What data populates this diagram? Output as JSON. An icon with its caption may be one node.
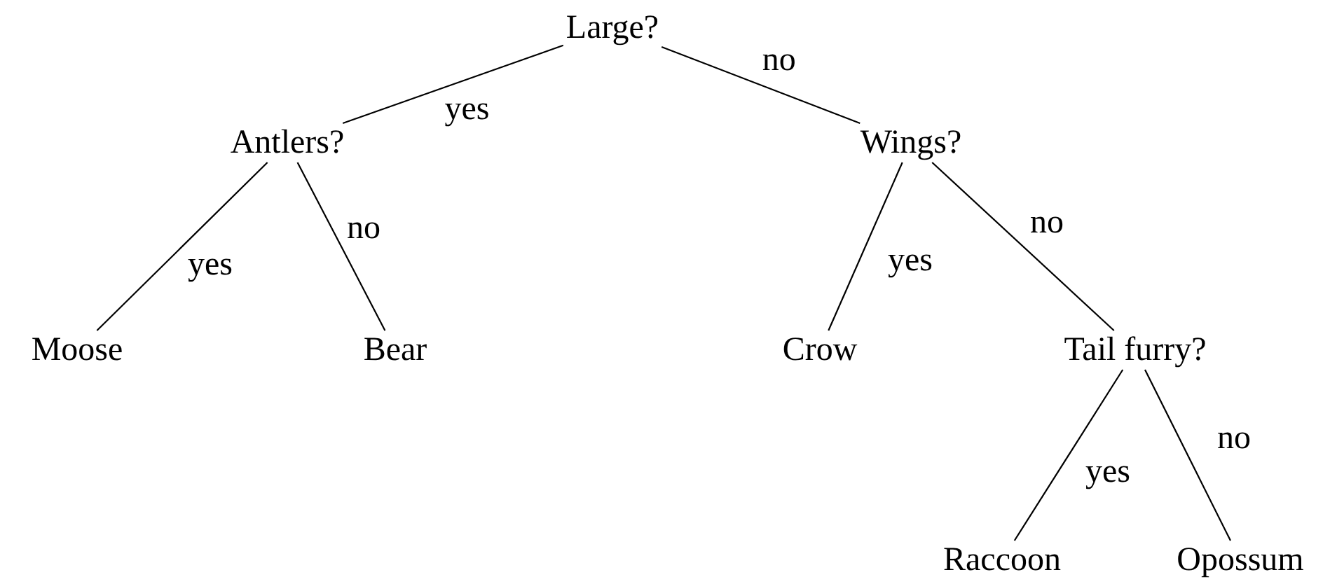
{
  "diagram": {
    "nodes": [
      {
        "text": [
          "Large?"
        ]
      },
      {
        "text": [
          "Antlers?"
        ]
      },
      {
        "text": [
          "Wings?"
        ]
      },
      {
        "text": [
          "Moose"
        ]
      },
      {
        "text": [
          "Bear"
        ]
      },
      {
        "text": [
          "Crow"
        ]
      },
      {
        "text": [
          "Tail furry?"
        ]
      },
      {
        "text": [
          "Raccoon"
        ]
      },
      {
        "text": [
          "Opossum"
        ]
      }
    ],
    "edges": [
      {
        "from": 0,
        "to": 1,
        "arrow": "none",
        "label": "yes"
      },
      {
        "from": 0,
        "to": 2,
        "arrow": "none",
        "label": "no"
      },
      {
        "from": 1,
        "to": 3,
        "arrow": "none",
        "label": "yes"
      },
      {
        "from": 1,
        "to": 4,
        "arrow": "none",
        "label": "no"
      },
      {
        "from": 2,
        "to": 5,
        "arrow": "none",
        "label": "yes"
      },
      {
        "from": 2,
        "to": 6,
        "arrow": "none",
        "label": "no"
      },
      {
        "from": 6,
        "to": 7,
        "arrow": "none",
        "label": "yes"
      },
      {
        "from": 6,
        "to": 8,
        "arrow": "none",
        "label": "no"
      }
    ]
  }
}
